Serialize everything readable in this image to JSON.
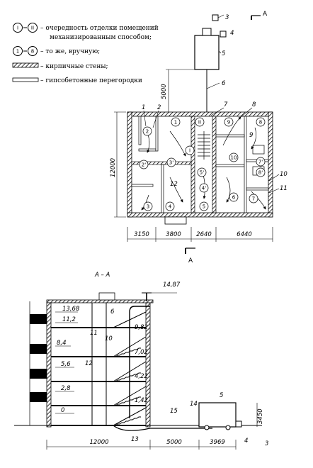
{
  "legend": {
    "item1": {
      "sym_from": "I",
      "sym_to": "II",
      "line1": "– очередность отделки помещений",
      "line2": "механизированным способом;"
    },
    "item2": {
      "sym_from": "1",
      "sym_to": "8",
      "text": "– то же, вручную;"
    },
    "item3": {
      "text": "– кирпичные стены;"
    },
    "item4": {
      "text": "– гипсобетонные перегородки"
    }
  },
  "plan": {
    "section_mark": "A",
    "dim_vertical_total": "12000",
    "dim_vertical_outside": "5000",
    "dims_bottom": [
      "3150",
      "3800",
      "2640",
      "6440"
    ],
    "callouts": [
      "1",
      "2",
      "3",
      "4",
      "5",
      "6",
      "7",
      "8",
      "9",
      "10",
      "11",
      "12"
    ],
    "rooms_arabic": [
      "1",
      "2",
      "2'",
      "3",
      "3'",
      "4",
      "4'",
      "5",
      "5'",
      "6",
      "7",
      "7'",
      "8",
      "8'",
      "9",
      "10"
    ],
    "rooms_roman": [
      "I",
      "II"
    ]
  },
  "section": {
    "title": "A – A",
    "elev_top": "14,87",
    "elevations": [
      "13,68",
      "11,2",
      "8,4",
      "5,6",
      "2,8",
      "0"
    ],
    "stair_elevations": [
      "9,82",
      "7,02",
      "4,22",
      "1,42"
    ],
    "height_dim": "3450",
    "dims_bottom": [
      "12000",
      "5000",
      "3969"
    ],
    "callouts": [
      "3",
      "4",
      "5",
      "6",
      "10",
      "11",
      "12",
      "13",
      "14",
      "15"
    ]
  }
}
